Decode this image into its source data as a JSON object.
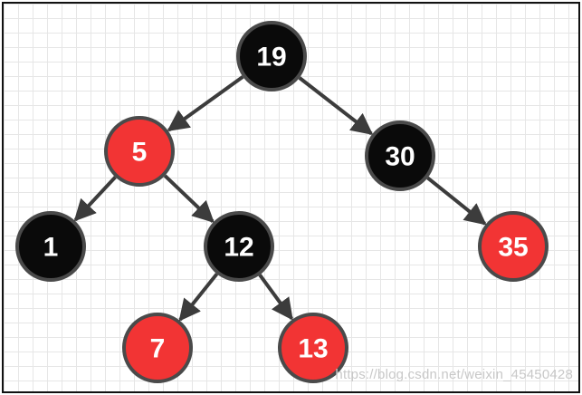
{
  "colors": {
    "black_node": "#0a0a0a",
    "red_node": "#f23434",
    "node_outline": "#4a4a4a",
    "edge": "#3c3c3c"
  },
  "tree": {
    "nodes": [
      {
        "id": "n19",
        "label": "19",
        "color": "black"
      },
      {
        "id": "n5",
        "label": "5",
        "color": "red"
      },
      {
        "id": "n30",
        "label": "30",
        "color": "black"
      },
      {
        "id": "n1",
        "label": "1",
        "color": "black"
      },
      {
        "id": "n12",
        "label": "12",
        "color": "black"
      },
      {
        "id": "n35",
        "label": "35",
        "color": "red"
      },
      {
        "id": "n7",
        "label": "7",
        "color": "red"
      },
      {
        "id": "n13",
        "label": "13",
        "color": "red"
      }
    ],
    "edges": [
      {
        "from": "n19",
        "to": "n5"
      },
      {
        "from": "n19",
        "to": "n30"
      },
      {
        "from": "n5",
        "to": "n1"
      },
      {
        "from": "n5",
        "to": "n12"
      },
      {
        "from": "n30",
        "to": "n35"
      },
      {
        "from": "n12",
        "to": "n7"
      },
      {
        "from": "n12",
        "to": "n13"
      }
    ]
  },
  "watermark": "https://blog.csdn.net/weixin_45450428"
}
